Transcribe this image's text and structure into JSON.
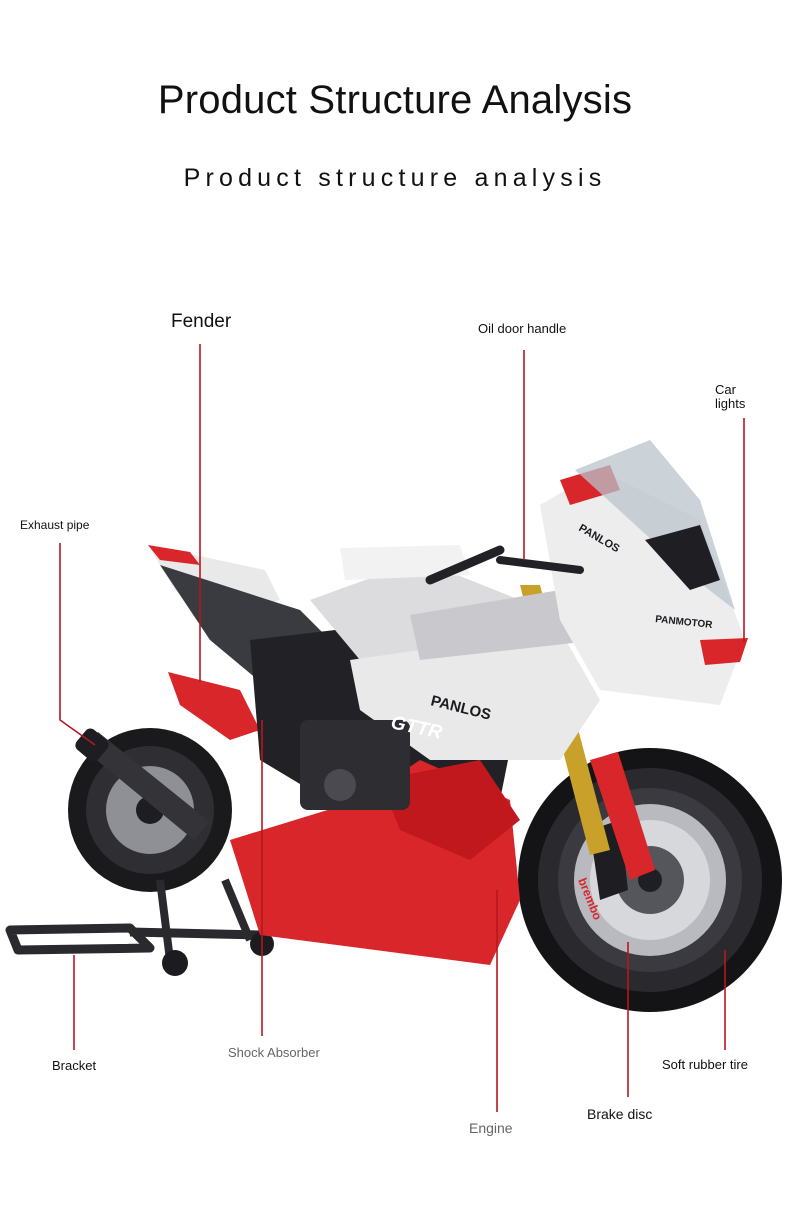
{
  "header": {
    "title": "Product Structure Analysis",
    "subtitle": "Product structure analysis"
  },
  "callouts": {
    "fender": "Fender",
    "oil_door_handle": "Oil door handle",
    "car_lights_line1": "Car",
    "car_lights_line2": "lights",
    "exhaust_pipe": "Exhaust pipe",
    "bracket": "Bracket",
    "shock_absorber": "Shock Absorber",
    "engine": "Engine",
    "brake_disc": "Brake disc",
    "soft_rubber_tire": "Soft rubber tire"
  },
  "fairing_decals": {
    "panlos_side": "PANLOS",
    "panlos_nose": "PANLOS",
    "panmotor": "PANMOTOR",
    "model_badge": "GTTR",
    "caliper_brand": "brembo"
  },
  "colors": {
    "callout_line": "#b4181e",
    "fairing_red": "#d8262a",
    "fairing_white": "#e9e9ea",
    "frame_black": "#222226",
    "fork_gold": "#c9a02a"
  }
}
